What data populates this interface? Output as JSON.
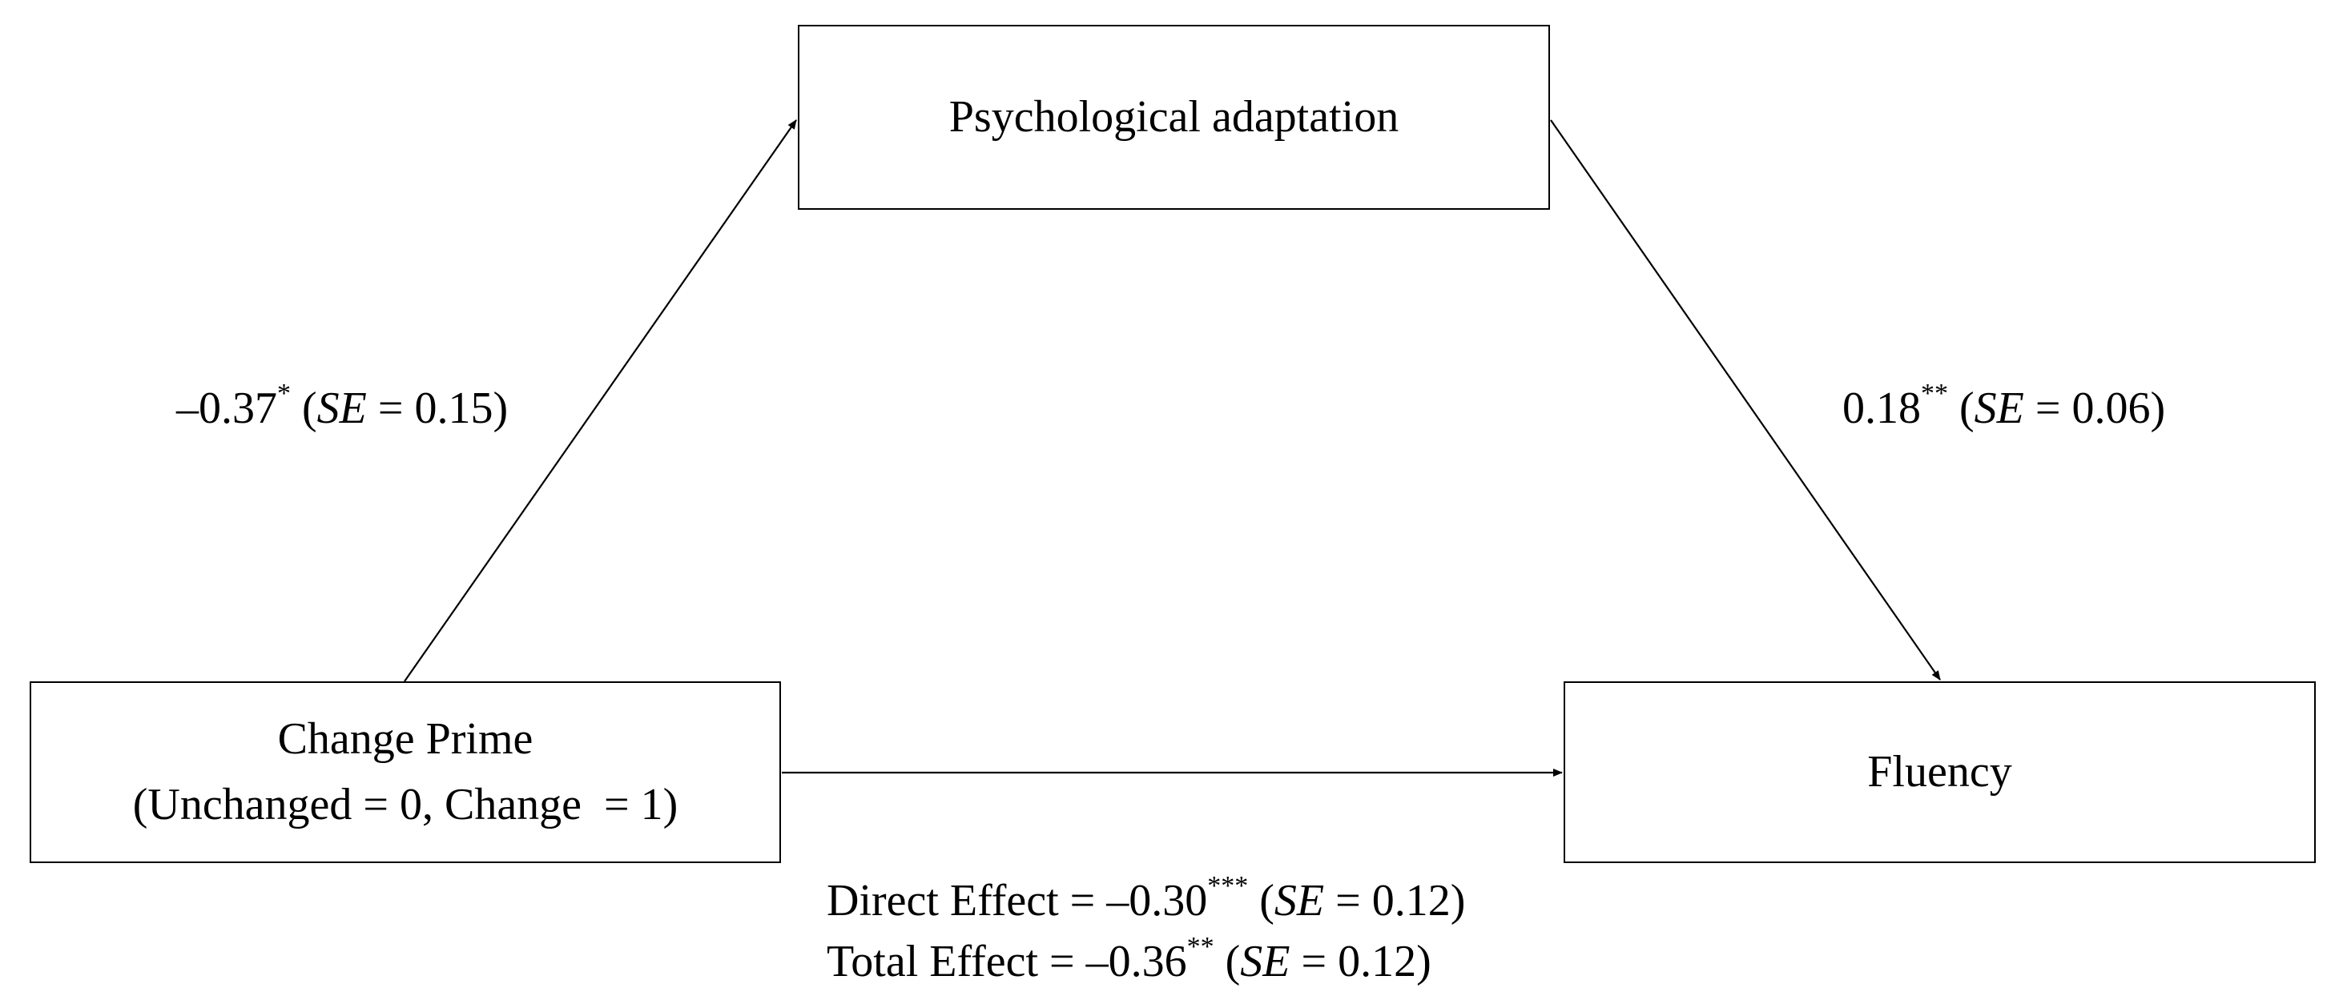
{
  "nodes": {
    "mediator": {
      "label": "Psychological adaptation"
    },
    "predictor": {
      "line1": "Change Prime",
      "line2": "(Unchanged = 0, Change  = 1)"
    },
    "outcome": {
      "label": "Fluency"
    }
  },
  "paths": {
    "a": {
      "prefix": "",
      "coefficient": "–0.37",
      "significance": "*",
      "se_label": "SE",
      "se_value": "0.15"
    },
    "b": {
      "prefix": "",
      "coefficient": "0.18",
      "significance": "**",
      "se_label": "SE",
      "se_value": "0.06"
    },
    "direct": {
      "prefix": "Direct Effect = ",
      "coefficient": "–0.30",
      "significance": "***",
      "se_label": "SE",
      "se_value": "0.12"
    },
    "total": {
      "prefix": "Total Effect = ",
      "coefficient": "–0.36",
      "significance": "**",
      "se_label": "SE",
      "se_value": "0.12"
    }
  },
  "colors": {
    "stroke": "#000000",
    "text": "#000000",
    "background": "#ffffff"
  }
}
